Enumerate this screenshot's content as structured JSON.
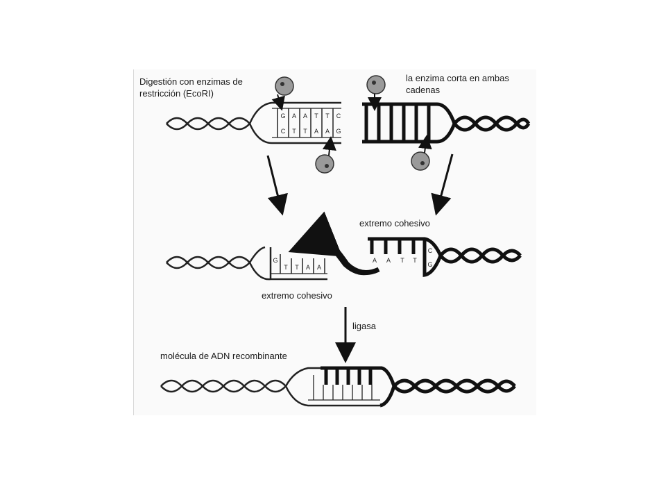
{
  "labels": {
    "digestion_line1": "Digestión con enzimas de",
    "digestion_line2": "restricción (EcoRI)",
    "enzyme_cuts_line1": "la enzima corta en ambas",
    "enzyme_cuts_line2": "cadenas",
    "sticky_end_right": "extremo cohesivo",
    "sticky_end_left": "extremo cohesivo",
    "ligase": "ligasa",
    "recombinant": "molécula de ADN recombinante"
  },
  "bases": {
    "top_row1": [
      "G",
      "A",
      "A",
      "T",
      "T",
      "C"
    ],
    "bottom_row1": [
      "C",
      "T",
      "T",
      "A",
      "A",
      "G"
    ],
    "left_fragment": [
      "G",
      "T",
      "T",
      "A",
      "A"
    ],
    "right_fragment": [
      "A",
      "A",
      "T",
      "T",
      "C",
      "G"
    ]
  }
}
